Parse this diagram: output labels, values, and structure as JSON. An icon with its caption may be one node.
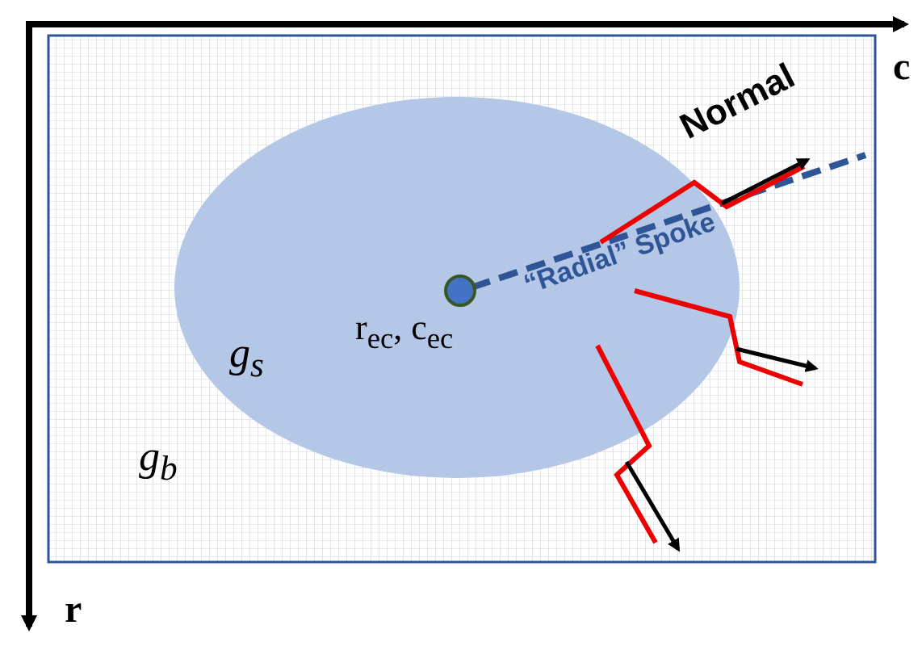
{
  "diagram": {
    "labels": [
      "c",
      "r",
      "Normal",
      "“Radial” Spoke",
      "r$_{ec}$, c$_{ec}$",
      "g$_{s}$",
      "g$_{b}$"
    ]
  }
}
